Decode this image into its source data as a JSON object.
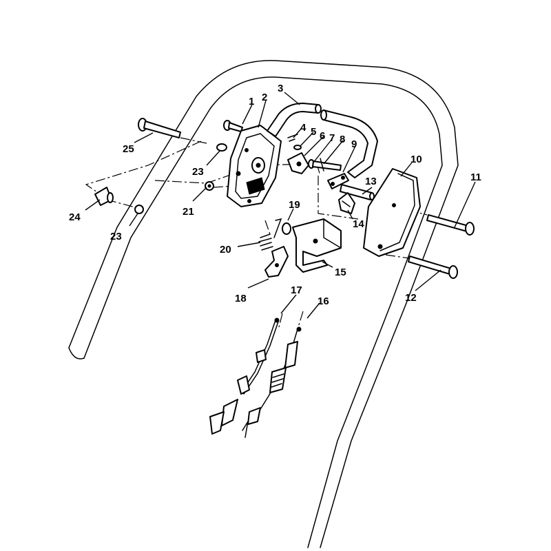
{
  "diagram": {
    "callouts": [
      {
        "id": "c1",
        "label": "1"
      },
      {
        "id": "c2",
        "label": "2"
      },
      {
        "id": "c3",
        "label": "3"
      },
      {
        "id": "c4",
        "label": "4"
      },
      {
        "id": "c5",
        "label": "5"
      },
      {
        "id": "c6",
        "label": "6"
      },
      {
        "id": "c7",
        "label": "7"
      },
      {
        "id": "c8",
        "label": "8"
      },
      {
        "id": "c9",
        "label": "9"
      },
      {
        "id": "c10",
        "label": "10"
      },
      {
        "id": "c11",
        "label": "11"
      },
      {
        "id": "c12",
        "label": "12"
      },
      {
        "id": "c13",
        "label": "13"
      },
      {
        "id": "c14",
        "label": "14"
      },
      {
        "id": "c15",
        "label": "15"
      },
      {
        "id": "c16",
        "label": "16"
      },
      {
        "id": "c17",
        "label": "17"
      },
      {
        "id": "c18",
        "label": "18"
      },
      {
        "id": "c19",
        "label": "19"
      },
      {
        "id": "c20",
        "label": "20"
      },
      {
        "id": "c21",
        "label": "21"
      },
      {
        "id": "c23a",
        "label": "23"
      },
      {
        "id": "c23b",
        "label": "23"
      },
      {
        "id": "c24",
        "label": "24"
      },
      {
        "id": "c25",
        "label": "25"
      }
    ]
  }
}
